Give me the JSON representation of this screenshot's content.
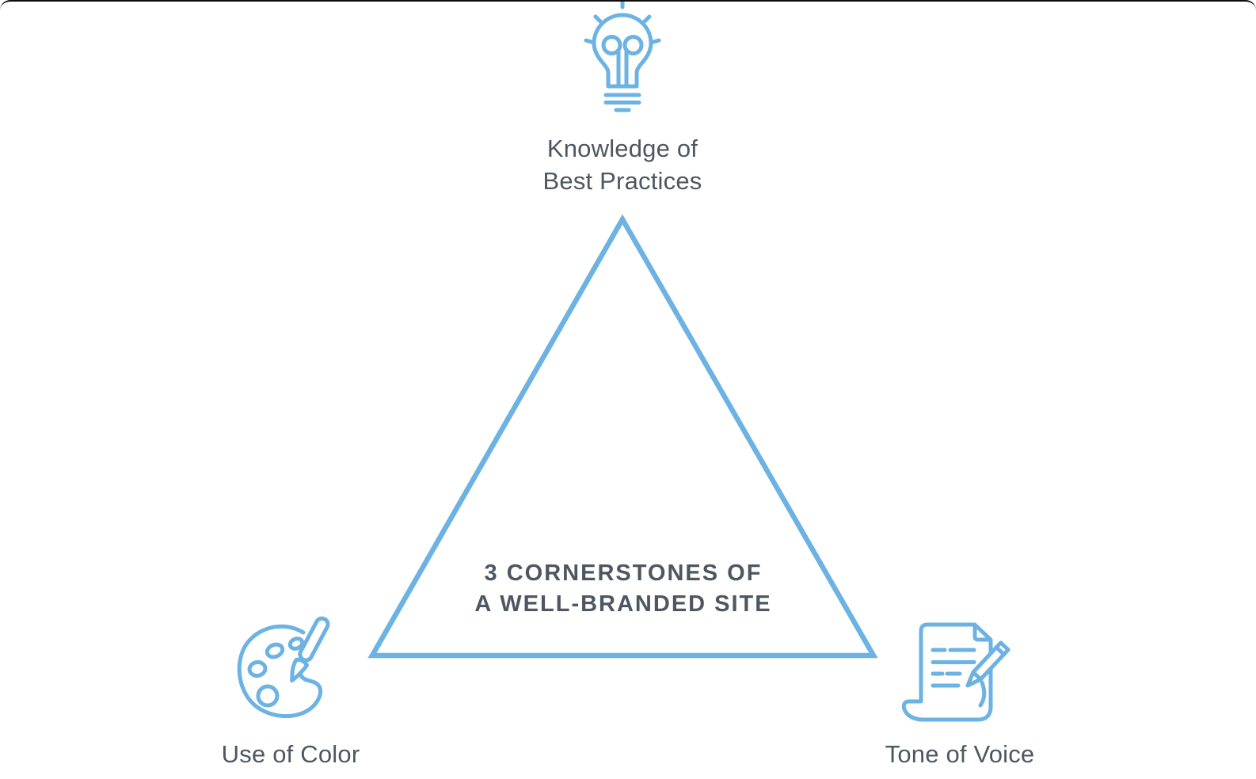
{
  "colors": {
    "accent": "#6cb2e2",
    "text": "#4d5761",
    "background": "#ffffff",
    "frame_border": "#0d0d0d"
  },
  "center": {
    "line1": "3 CORNERSTONES OF",
    "line2": "A WELL-BRANDED SITE"
  },
  "nodes": {
    "top": {
      "icon": "lightbulb-icon",
      "line1": "Knowledge of",
      "line2": "Best Practices"
    },
    "bottom_left": {
      "icon": "paint-palette-icon",
      "label": "Use of Color"
    },
    "bottom_right": {
      "icon": "document-pen-icon",
      "label": "Tone of Voice"
    }
  }
}
